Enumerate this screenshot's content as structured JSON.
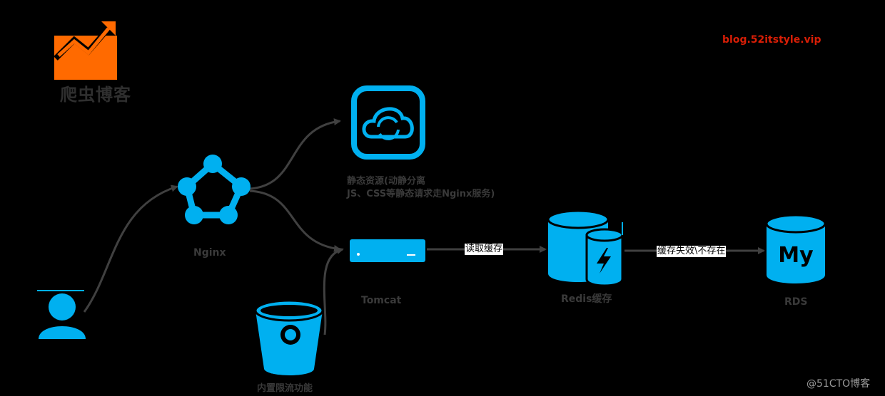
{
  "brand": {
    "name": "爬虫博客",
    "url": "blog.52itstyle.vip"
  },
  "nodes": {
    "static": {
      "label_line1": "静态资源(动静分离",
      "label_line2": "JS、CSS等静态请求走Nginx服务)"
    },
    "nginx": {
      "label": "Nginx"
    },
    "tomcat": {
      "label": "Tomcat"
    },
    "limiter": {
      "label": "内置限流功能"
    },
    "redis": {
      "label": "Redis缓存"
    },
    "rds": {
      "label": "RDS",
      "logo_text": "My"
    }
  },
  "edges": {
    "tomcat_redis": "读取缓存",
    "redis_rds": "缓存失效\\不存在"
  },
  "watermark": "@51CTO博客",
  "colors": {
    "accent": "#00b0f0",
    "brand": "#ff6a00",
    "line": "#404040",
    "url": "#d81e06"
  }
}
